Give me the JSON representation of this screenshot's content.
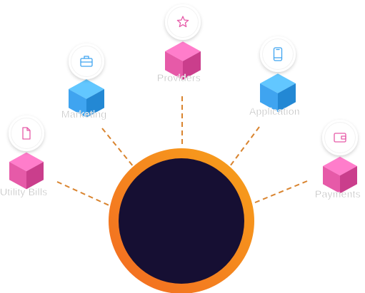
{
  "colors": {
    "pink": "#e65aa8",
    "blue": "#3fa4f0",
    "orange": "#f5821f",
    "hub": "#160f33",
    "connector": "#d9842f",
    "label": "#a3a3a3"
  },
  "hub": {
    "ring_colors": [
      "#f26a22",
      "#f7a21b"
    ],
    "fill": "#160f33"
  },
  "nodes": [
    {
      "id": "utility-bills",
      "label": "Utility Bills",
      "icon": "document-icon",
      "cube_color": "pink"
    },
    {
      "id": "marketing",
      "label": "Marketing",
      "icon": "briefcase-icon",
      "cube_color": "blue"
    },
    {
      "id": "providers",
      "label": "Providers",
      "icon": "star-icon",
      "cube_color": "pink"
    },
    {
      "id": "application",
      "label": "Application",
      "icon": "mobile-phone-icon",
      "cube_color": "blue"
    },
    {
      "id": "payments",
      "label": "Payments",
      "icon": "wallet-icon",
      "cube_color": "pink"
    }
  ]
}
